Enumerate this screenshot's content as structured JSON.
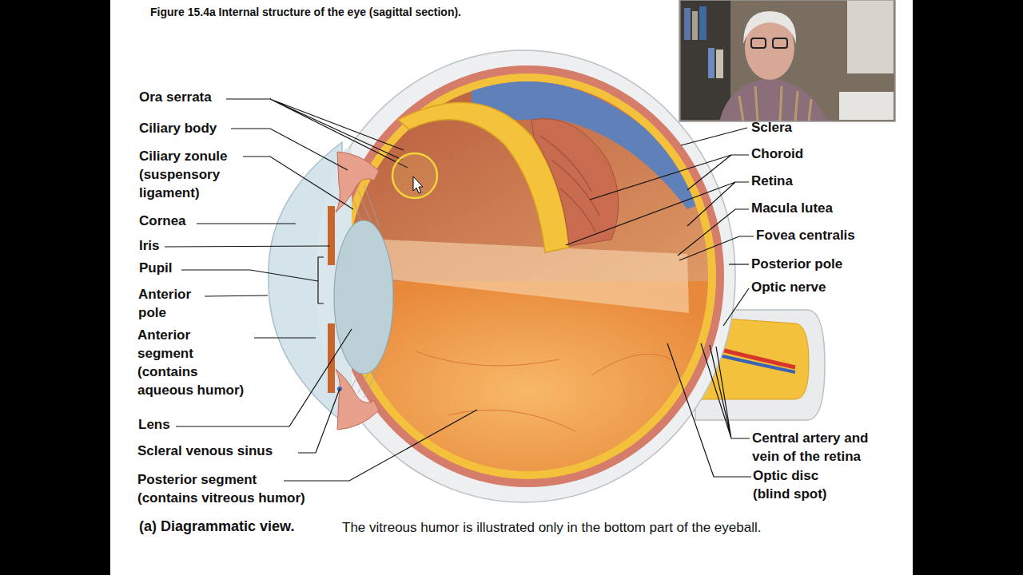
{
  "diagram": {
    "title": "Figure 15.4a Internal structure of the eye (sagittal section).",
    "caption": "(a) Diagrammatic view.",
    "labels": [
      "Ora serrata",
      "Ciliary body",
      "Ciliary zonule (suspensory ligament)",
      "Cornea",
      "Iris",
      "Pupil",
      "Anterior pole",
      "Anterior segment (contains aqueous humor)",
      "Lens",
      "Scleral venous sinus",
      "Posterior segment (contains vitreous humor)",
      "Sclera",
      "Choroid",
      "Retina",
      "Macula lutea",
      "Fovea centralis",
      "Posterior pole",
      "Optic nerve",
      "Central artery and vein of the retina",
      "Optic disc (blind spot)",
      "The vitreous humor is illustrated only in the bottom part of the eyeball."
    ]
  }
}
